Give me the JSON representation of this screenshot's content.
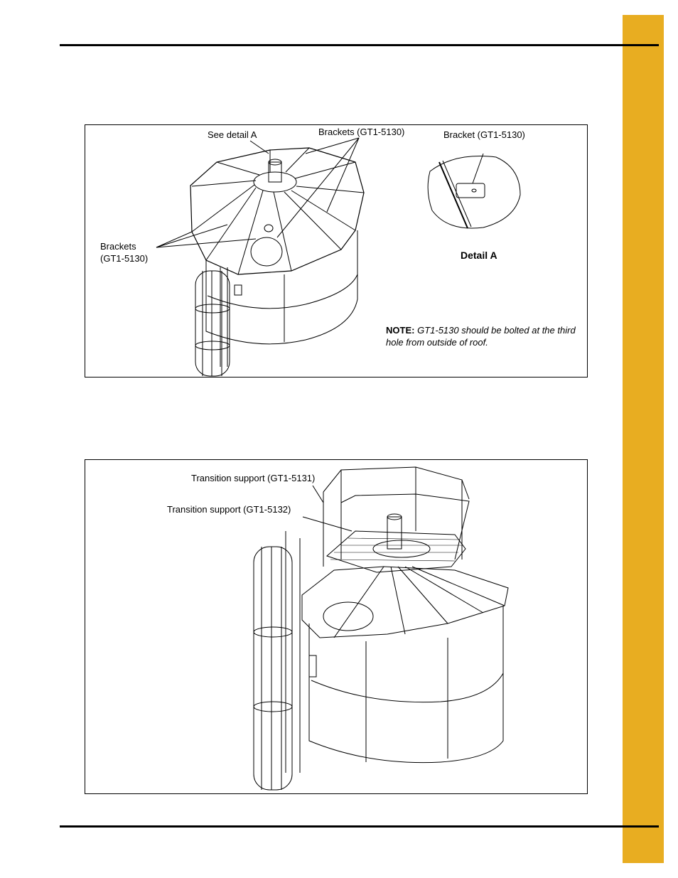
{
  "figure1": {
    "callouts": {
      "see_detail": "See detail A",
      "brackets_top": "Brackets (GT1-5130)",
      "bracket_detail": "Bracket (GT1-5130)",
      "brackets_left_line1": "Brackets",
      "brackets_left_line2": "(GT1-5130)"
    },
    "detail_title": "Detail A",
    "note": {
      "label": "NOTE:",
      "text": "GT1-5130 should be bolted at the third hole from outside of roof."
    }
  },
  "figure2": {
    "callouts": {
      "transition_1": "Transition support (GT1-5131)",
      "transition_2": "Transition support (GT1-5132)"
    }
  },
  "colors": {
    "side_tab": "#e8ad21",
    "line_art": "#000000"
  }
}
